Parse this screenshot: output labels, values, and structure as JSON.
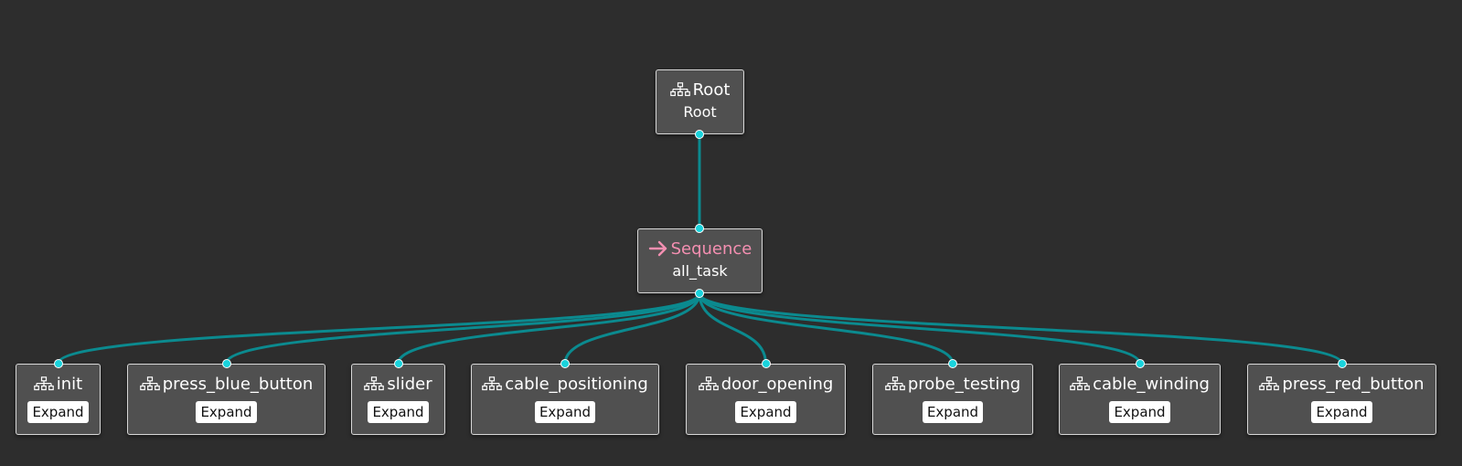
{
  "colors": {
    "background": "#2d2d2d",
    "node_fill": "#505050",
    "edge": "#0b8a8f",
    "port": "#19d3dc",
    "sequence_title": "#f48fb1"
  },
  "root": {
    "icon": "tree-icon",
    "title": "Root",
    "name": "Root"
  },
  "sequence": {
    "icon": "arrow-right-icon",
    "title": "Sequence",
    "name": "all_task"
  },
  "children": [
    {
      "icon": "tree-icon",
      "title": "init",
      "button": "Expand"
    },
    {
      "icon": "tree-icon",
      "title": "press_blue_button",
      "button": "Expand"
    },
    {
      "icon": "tree-icon",
      "title": "slider",
      "button": "Expand"
    },
    {
      "icon": "tree-icon",
      "title": "cable_positioning",
      "button": "Expand"
    },
    {
      "icon": "tree-icon",
      "title": "door_opening",
      "button": "Expand"
    },
    {
      "icon": "tree-icon",
      "title": "probe_testing",
      "button": "Expand"
    },
    {
      "icon": "tree-icon",
      "title": "cable_winding",
      "button": "Expand"
    },
    {
      "icon": "tree-icon",
      "title": "press_red_button",
      "button": "Expand"
    }
  ]
}
